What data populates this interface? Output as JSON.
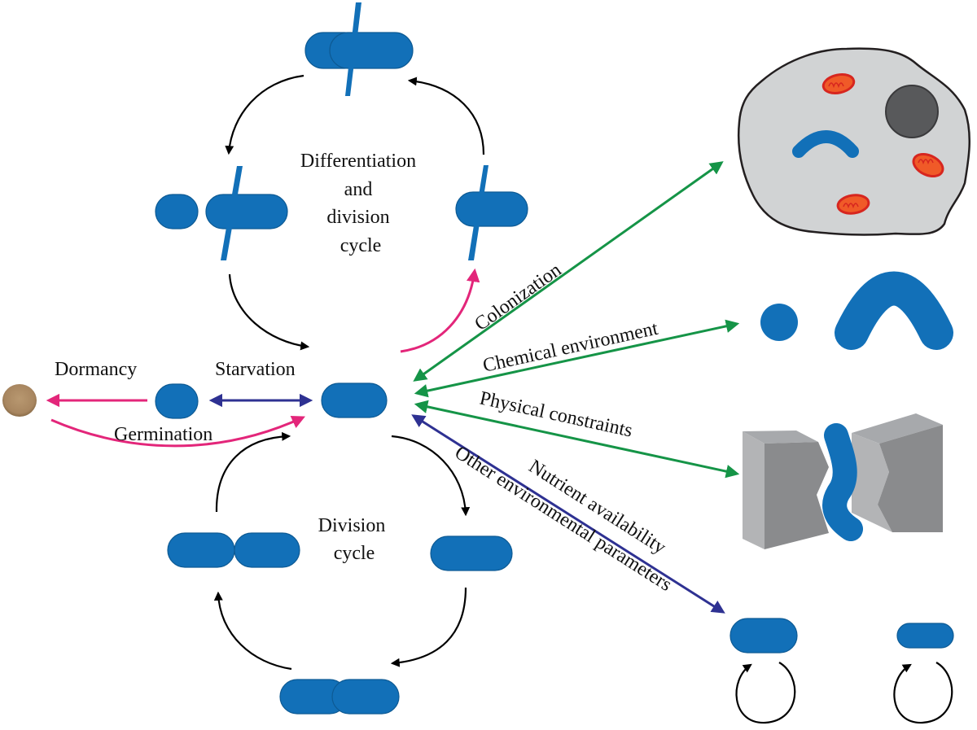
{
  "colors": {
    "cell": "#1270b8",
    "spore": "#a88660",
    "pink_arrow": "#e3267a",
    "green_arrow": "#159447",
    "navy_arrow": "#2e3192",
    "black_arrow": "#000000",
    "host_cell": "#d1d3d4",
    "nucleus": "#58595b",
    "mitochondria": "#e0332a",
    "rock_light": "#b3b4b6",
    "rock_dark": "#8a8b8d"
  },
  "labels": {
    "differentiation_cycle": [
      "Differentiation",
      "and",
      "division",
      "cycle"
    ],
    "division_cycle": [
      "Division",
      "cycle"
    ],
    "dormancy": "Dormancy",
    "starvation": "Starvation",
    "germination": "Germination",
    "colonization": "Colonization",
    "chemical_environment": "Chemical environment",
    "physical_constraints": "Physical constraints",
    "nutrient_availability": "Nutrient availability",
    "other_environmental_parameters": "Other environmental parameters"
  }
}
